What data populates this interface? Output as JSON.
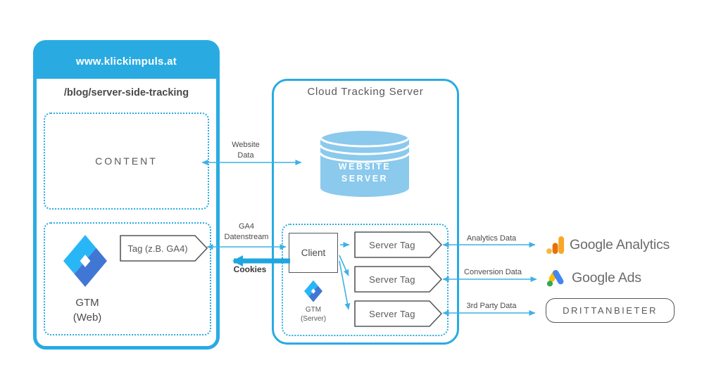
{
  "colors": {
    "primary_blue": "#29ABE2",
    "cylinder_fill": "#8BC9ED",
    "box_border_gray": "#55565A",
    "text_gray": "#58595B",
    "google_text_gray": "#6B6B6B",
    "ga_orange_light": "#F9AB00",
    "ga_orange_dark": "#E37400",
    "ads_yellow": "#FBBC04",
    "ads_blue": "#4285F4",
    "ads_green": "#34A853",
    "gtm_light_blue": "#29B6F6",
    "gtm_dark_blue": "#4177D4"
  },
  "icons": {
    "gtm_web_logo": "gtm-diamond",
    "gtm_server_logo": "gtm-diamond",
    "website_server": "database-cylinder",
    "google_analytics": "analytics-bars",
    "google_ads": "ads-tent"
  },
  "window": {
    "title": "www.klickimpuls.at",
    "path": "/blog/server-side-tracking",
    "content_label": "CONTENT",
    "gtm_label": "GTM\n(Web)",
    "tag_label": "Tag (z.B. GA4)"
  },
  "cloud": {
    "title": "Cloud Tracking Server",
    "database_label": "WEBSITE\nSERVER",
    "client_label": "Client",
    "gtm_label": "GTM\n(Server)",
    "server_tags": [
      "Server Tag",
      "Server Tag",
      "Server Tag"
    ]
  },
  "arrows": {
    "website_data": "Website\nData",
    "ga4_datenstream": "GA4\nDatenstream",
    "cookies": "Cookies",
    "analytics_data": "Analytics Data",
    "conversion_data": "Conversion Data",
    "third_party_data": "3rd Party Data"
  },
  "destinations": {
    "google_analytics": "Google Analytics",
    "google_ads": "Google Ads",
    "third_party": "DRITTANBIETER"
  }
}
